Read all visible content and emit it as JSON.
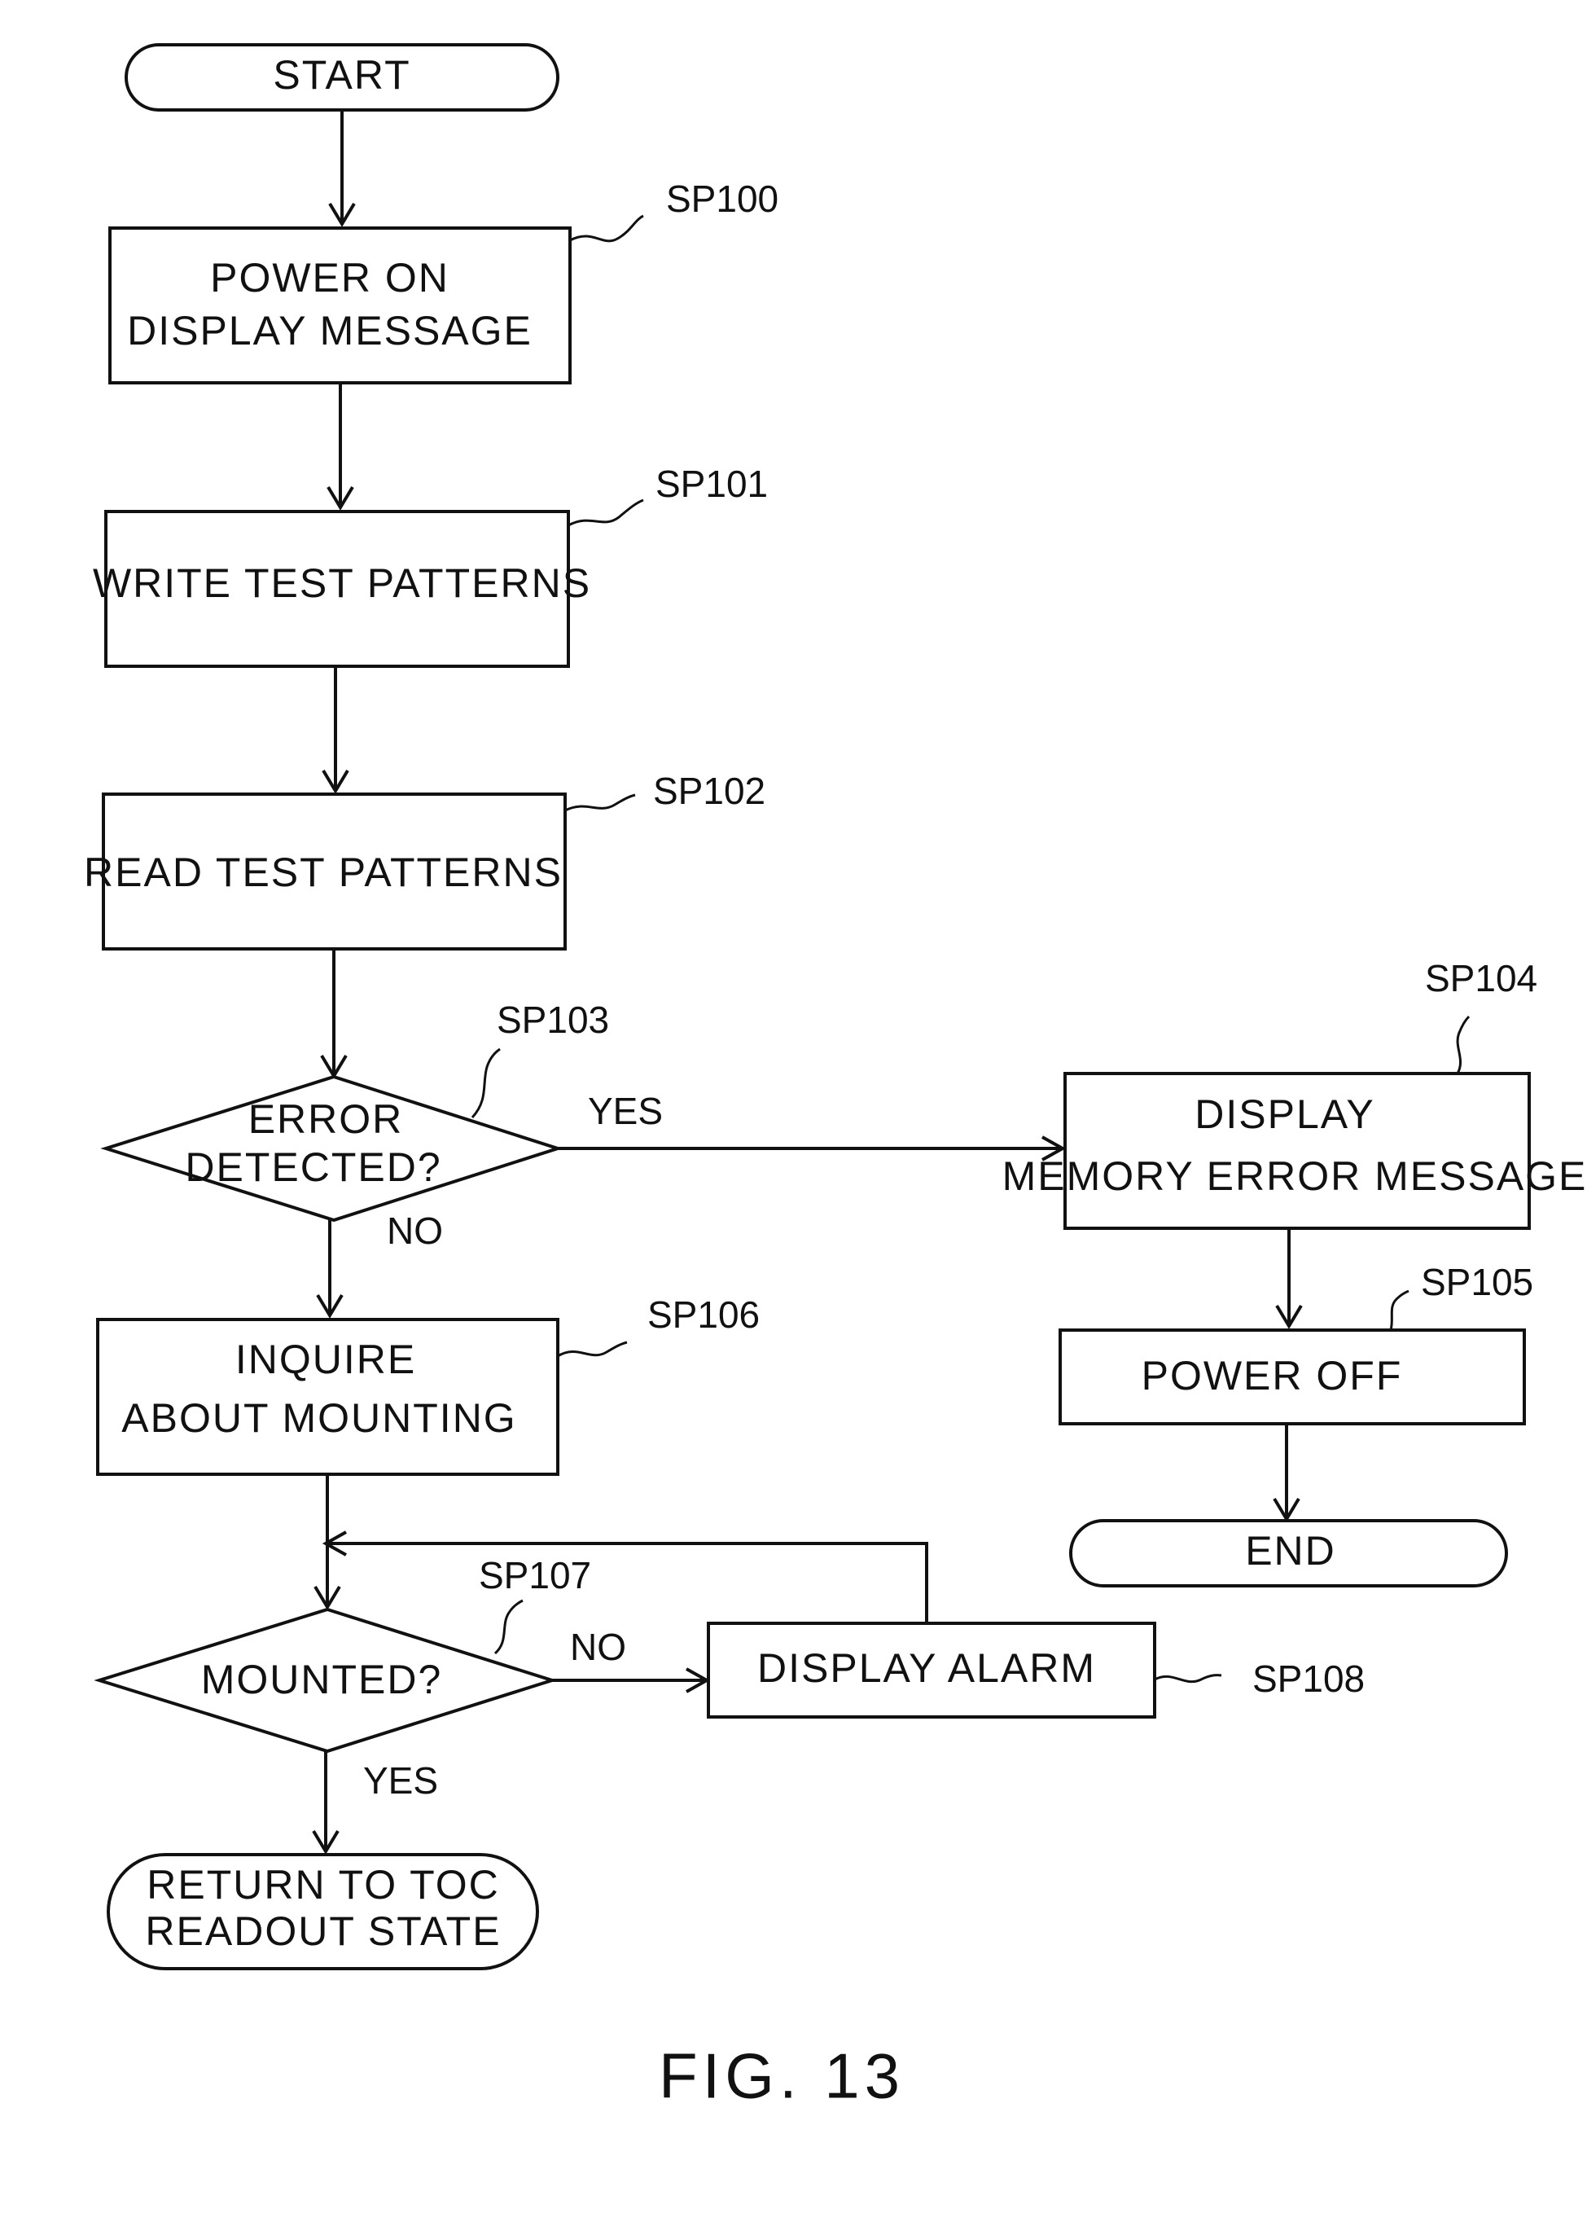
{
  "nodes": {
    "start": {
      "text": "START"
    },
    "sp100": {
      "label": "SP100",
      "lines": [
        "POWER ON",
        "DISPLAY MESSAGE"
      ]
    },
    "sp101": {
      "label": "SP101",
      "lines": [
        "WRITE TEST PATTERNS"
      ]
    },
    "sp102": {
      "label": "SP102",
      "lines": [
        "READ TEST PATTERNS"
      ]
    },
    "sp103": {
      "label": "SP103",
      "lines": [
        "ERROR",
        "DETECTED?"
      ]
    },
    "sp104": {
      "label": "SP104",
      "lines": [
        "DISPLAY",
        "MEMORY ERROR MESSAGE"
      ]
    },
    "sp105": {
      "label": "SP105",
      "lines": [
        "POWER OFF"
      ]
    },
    "end": {
      "text": "END"
    },
    "sp106": {
      "label": "SP106",
      "lines": [
        "INQUIRE",
        "ABOUT MOUNTING"
      ]
    },
    "sp107": {
      "label": "SP107",
      "lines": [
        "MOUNTED?"
      ]
    },
    "sp108": {
      "label": "SP108",
      "lines": [
        "DISPLAY ALARM"
      ]
    },
    "return": {
      "lines": [
        "RETURN TO TOC",
        "READOUT STATE"
      ]
    }
  },
  "edges": {
    "sp103_yes": "YES",
    "sp103_no": "NO",
    "sp107_no": "NO",
    "sp107_yes": "YES"
  },
  "figure_caption": "FIG. 13"
}
